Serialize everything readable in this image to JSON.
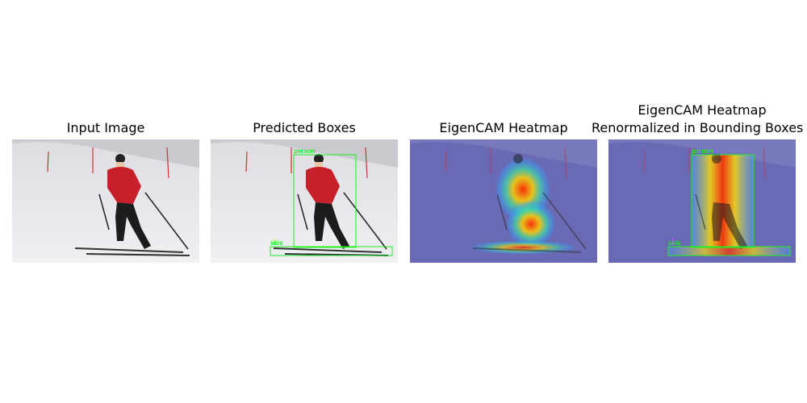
{
  "panels": [
    {
      "title": "Input Image"
    },
    {
      "title": "Predicted Boxes"
    },
    {
      "title": "EigenCAM Heatmap"
    },
    {
      "title_line1": "EigenCAM Heatmap",
      "title_line2": "Renormalized in Bounding Boxes"
    }
  ],
  "detections": [
    {
      "label": "person"
    },
    {
      "label": "skis"
    }
  ],
  "colors": {
    "box": "#22ee22",
    "jacket": "#c8202a",
    "heat_background": "#6a6ab4",
    "snow": "#e8e8ec"
  }
}
